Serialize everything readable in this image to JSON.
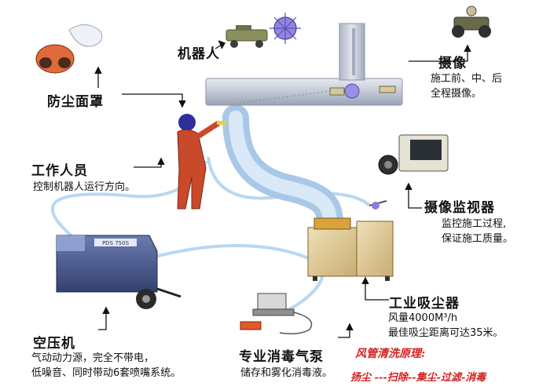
{
  "labels": {
    "mask": {
      "title": "防尘面罩"
    },
    "robot": {
      "title": "机器人"
    },
    "camera": {
      "title": "摄像",
      "lines": [
        "施工前、中、后",
        "全程摄像。"
      ]
    },
    "worker": {
      "title": "工作人员",
      "desc": "控制机器人运行方向。"
    },
    "monitor": {
      "title": "摄像监视器",
      "lines": [
        "监控施工过程,",
        "保证施工质量。"
      ]
    },
    "collector": {
      "title": "工业吸尘器",
      "lines": [
        "风量4000M³/h",
        "最佳吸尘距离可达35米。"
      ]
    },
    "compressor": {
      "title": "空压机",
      "lines": [
        "气动动力源，完全不带电，",
        "低噪音、同时带动6套喷嘴系统。"
      ]
    },
    "pump": {
      "title": "专业消毒气泵",
      "desc": "储存和雾化消毒液。"
    },
    "principle": {
      "title": "风管清洗原理:",
      "flow": "扬尘 ---扫除--集尘-过滤-消毒"
    },
    "compressor_brand": "PDS 750S"
  },
  "colors": {
    "duct": "#c9ced9",
    "hose": "#b9d4f0",
    "text": "#111111",
    "red": "#d42020",
    "compressor": "#4a5a8c"
  }
}
